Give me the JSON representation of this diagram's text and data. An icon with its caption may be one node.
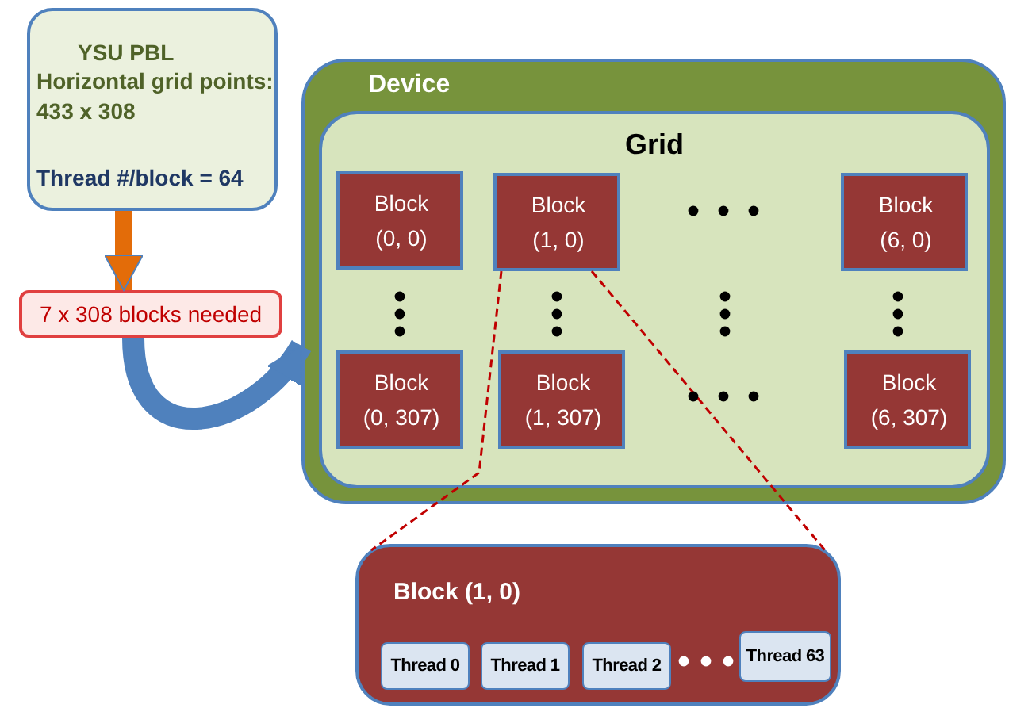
{
  "diagram": {
    "nodes": [
      {
        "text": [
          "YSU PBL",
          "Horizontal grid points: 433 x 308",
          "Thread #/block = 64"
        ]
      },
      {
        "text": [
          "7 x 308 blocks needed"
        ]
      },
      {
        "text": [
          "Device"
        ]
      },
      {
        "text": [
          "Grid"
        ],
        "in": 2
      },
      {
        "text": [
          "Block (0, 0)"
        ],
        "in": 3
      },
      {
        "text": [
          "Block (1, 0)"
        ],
        "in": 3
      },
      {
        "text": [
          "Block (6, 0)"
        ],
        "in": 3
      },
      {
        "text": [
          "Block (0, 307)"
        ],
        "in": 3
      },
      {
        "text": [
          "Block (1, 307)"
        ],
        "in": 3
      },
      {
        "text": [
          "Block (6, 307)"
        ],
        "in": 3
      },
      {
        "text": [
          "Block (1, 0)"
        ]
      },
      {
        "text": [
          "Thread 0"
        ],
        "in": 10
      },
      {
        "text": [
          "Thread 1"
        ],
        "in": 10
      },
      {
        "text": [
          "Thread 2"
        ],
        "in": 10
      },
      {
        "text": [
          "Thread 63"
        ],
        "in": 10
      }
    ],
    "edges": [
      {
        "from": 0,
        "to": 1,
        "arrow": "to",
        "style": "thick",
        "color": "#e36c09"
      },
      {
        "from": 1,
        "to": 2,
        "arrow": "to",
        "style": "thick",
        "color": "#4f81bd"
      },
      {
        "from": 5,
        "to": 10,
        "arrow": "none",
        "style": "dashed",
        "color": "#c00000"
      },
      {
        "from": 5,
        "to": 10,
        "arrow": "none",
        "style": "dashed",
        "color": "#c00000"
      }
    ]
  }
}
